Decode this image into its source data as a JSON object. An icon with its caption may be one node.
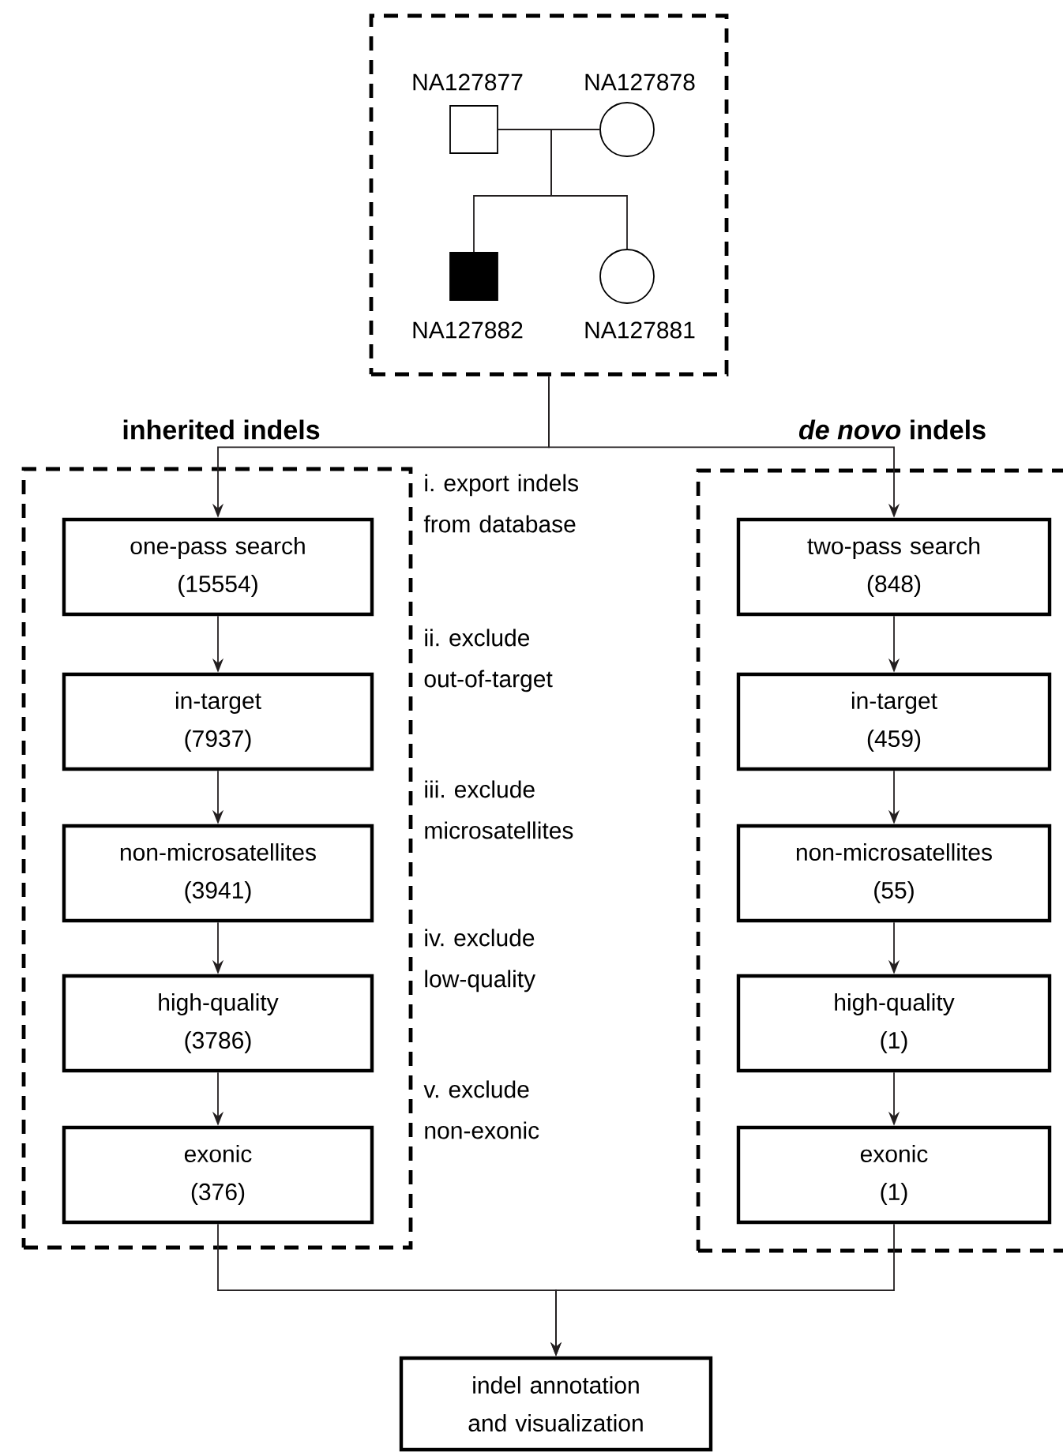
{
  "diagram": {
    "nodes": [
      {
        "text": [],
        "shape": "box"
      },
      {
        "text": [
          "NA127877"
        ],
        "in": 0
      },
      {
        "text": [
          "NA127878"
        ],
        "in": 0
      },
      {
        "text": [
          "NA127882"
        ],
        "in": 0
      },
      {
        "text": [
          "NA127881"
        ],
        "in": 0
      },
      {
        "text": [
          "inherited indels"
        ]
      },
      {
        "text": [
          "one-pass search",
          "(15554)"
        ],
        "in": 5
      },
      {
        "text": [
          "in-target",
          "(7937)"
        ],
        "in": 5
      },
      {
        "text": [
          "non-microsatellites",
          "(3941)"
        ],
        "in": 5
      },
      {
        "text": [
          "high-quality",
          "(3786)"
        ],
        "in": 5
      },
      {
        "text": [
          "exonic",
          "(376)"
        ],
        "in": 5
      },
      {
        "text": [
          "*de novo* indels"
        ]
      },
      {
        "text": [
          "two-pass search",
          "(848)"
        ],
        "in": 11
      },
      {
        "text": [
          "in-target",
          "(459)"
        ],
        "in": 11
      },
      {
        "text": [
          "non-microsatellites",
          "(55)"
        ],
        "in": 11
      },
      {
        "text": [
          "high-quality",
          "(1)"
        ],
        "in": 11
      },
      {
        "text": [
          "exonic",
          "(1)"
        ],
        "in": 11
      },
      {
        "text": [
          "indel annotation and visualization"
        ]
      }
    ],
    "edges": [
      {
        "from": 1,
        "to": 2,
        "arrow": "none"
      },
      {
        "from": null,
        "to": 3,
        "arrow": "none"
      },
      {
        "from": null,
        "to": 4,
        "arrow": "none"
      },
      {
        "from": 0,
        "to": 6,
        "arrow": "to"
      },
      {
        "from": 0,
        "to": 12,
        "arrow": "to"
      },
      {
        "from": 6,
        "to": 7,
        "arrow": "to"
      },
      {
        "from": 7,
        "to": 8,
        "arrow": "to"
      },
      {
        "from": 8,
        "to": 9,
        "arrow": "to"
      },
      {
        "from": 9,
        "to": 10,
        "arrow": "to"
      },
      {
        "from": 12,
        "to": 13,
        "arrow": "to"
      },
      {
        "from": 13,
        "to": 14,
        "arrow": "to"
      },
      {
        "from": 14,
        "to": 15,
        "arrow": "to"
      },
      {
        "from": 15,
        "to": 16,
        "arrow": "to"
      },
      {
        "from": 10,
        "to": 17,
        "arrow": "to"
      },
      {
        "from": 16,
        "to": 17,
        "arrow": "to"
      }
    ],
    "labels": [
      "i. export indels from database",
      "ii. exclude out-of-target",
      "iii. exclude microsatellites",
      "iv. exclude low-quality",
      "v. exclude non-exonic"
    ]
  }
}
